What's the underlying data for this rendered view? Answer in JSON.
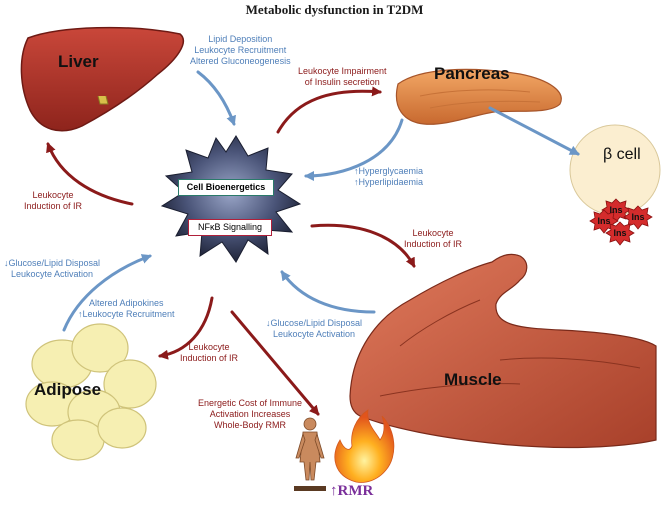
{
  "title": "Metabolic dysfunction in T2DM",
  "organs": {
    "liver": "Liver",
    "pancreas": "Pancreas",
    "beta_cell": "β cell",
    "adipose": "Adipose",
    "muscle": "Muscle"
  },
  "immune_cell": {
    "box1": "Cell Bioenergetics",
    "box2": "NFκB Signalling"
  },
  "insulin_label": "Ins",
  "rmr": "↑RMR",
  "labels": {
    "liver_in": [
      "Lipid Deposition",
      "Leukocyte Recruitment",
      "Altered Gluconeogenesis"
    ],
    "liver_out": [
      "Leukocyte",
      "Induction of IR"
    ],
    "pancreas_out": [
      "Leukocyte Impairment",
      "of Insulin secretion"
    ],
    "pancreas_in": [
      "↑Hyperglycaemia",
      "↑Hyperlipidaemia"
    ],
    "muscle_out": [
      "Leukocyte",
      "Induction of IR"
    ],
    "muscle_in": [
      "↓Glucose/Lipid Disposal",
      "Leukocyte Activation"
    ],
    "adipose_in_left": [
      "↓Glucose/Lipid Disposal",
      "Leukocyte Activation"
    ],
    "adipose_in": [
      "Altered Adipokines",
      "↑Leukocyte Recruitment"
    ],
    "adipose_out": [
      "Leukocyte",
      "Induction of IR"
    ],
    "rmr_note": [
      "Energetic Cost of Immune",
      "Activation Increases",
      "Whole-Body RMR"
    ]
  },
  "colors": {
    "blue_arrow": "#6b96c6",
    "red_arrow": "#8b1a1a",
    "liver": "#b8352a",
    "pancreas": "#e0894a",
    "adipose": "#f6efb2",
    "beta_cell": "#fbeed0",
    "muscle": "#c95a3f",
    "rmr": "#7a2f9a"
  }
}
